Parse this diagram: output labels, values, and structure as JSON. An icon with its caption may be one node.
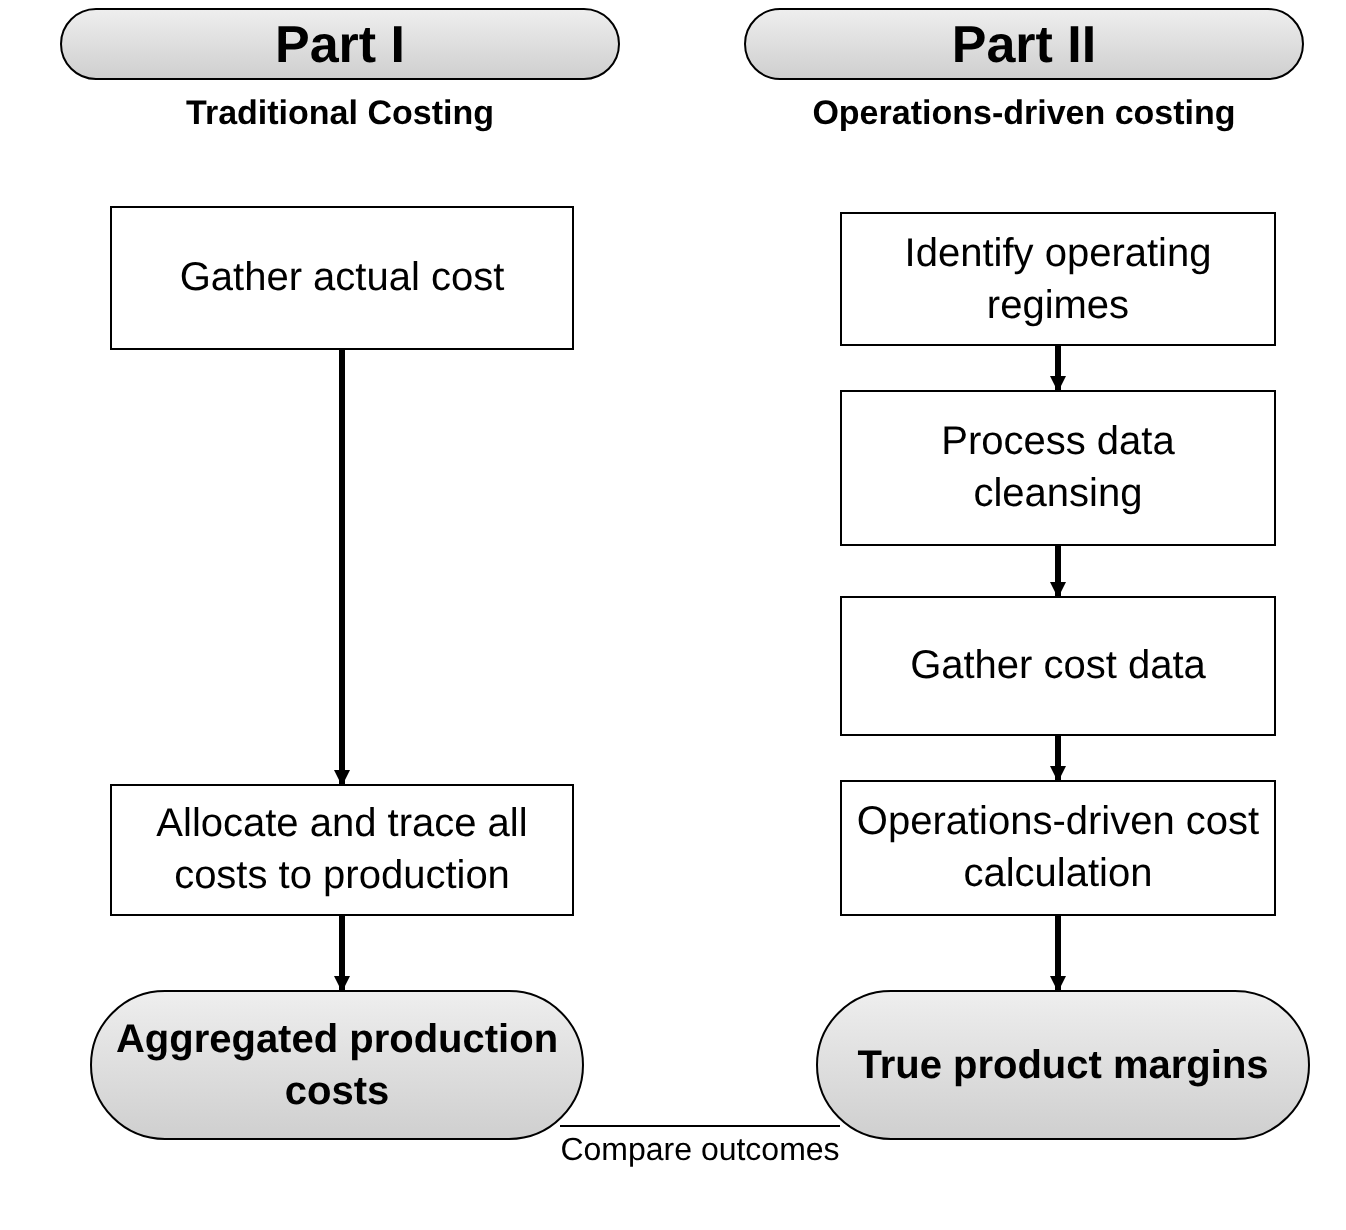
{
  "diagram": {
    "nodes": [
      {
        "text": [
          "Part I",
          "Traditional Costing"
        ]
      },
      {
        "text": [
          "Gather actual cost"
        ]
      },
      {
        "text": [
          "Allocate and trace all costs to production"
        ]
      },
      {
        "text": [
          "Aggregated production costs"
        ]
      },
      {
        "text": [
          "Part II",
          "Operations-driven costing"
        ]
      },
      {
        "text": [
          "Identify operating regimes"
        ]
      },
      {
        "text": [
          "Process data cleansing"
        ]
      },
      {
        "text": [
          "Gather cost data"
        ]
      },
      {
        "text": [
          "Operations-driven cost calculation"
        ]
      },
      {
        "text": [
          "True product margins"
        ]
      }
    ],
    "edges": [
      {
        "from": 1,
        "to": 2,
        "arrow": "to"
      },
      {
        "from": 2,
        "to": 3,
        "arrow": "to"
      },
      {
        "from": 5,
        "to": 6,
        "arrow": "to"
      },
      {
        "from": 6,
        "to": 7,
        "arrow": "to"
      },
      {
        "from": 7,
        "to": 8,
        "arrow": "to"
      },
      {
        "from": 8,
        "to": 9,
        "arrow": "to"
      },
      {
        "from": 3,
        "to": 9,
        "arrow": "none",
        "label": "Compare outcomes"
      }
    ]
  }
}
